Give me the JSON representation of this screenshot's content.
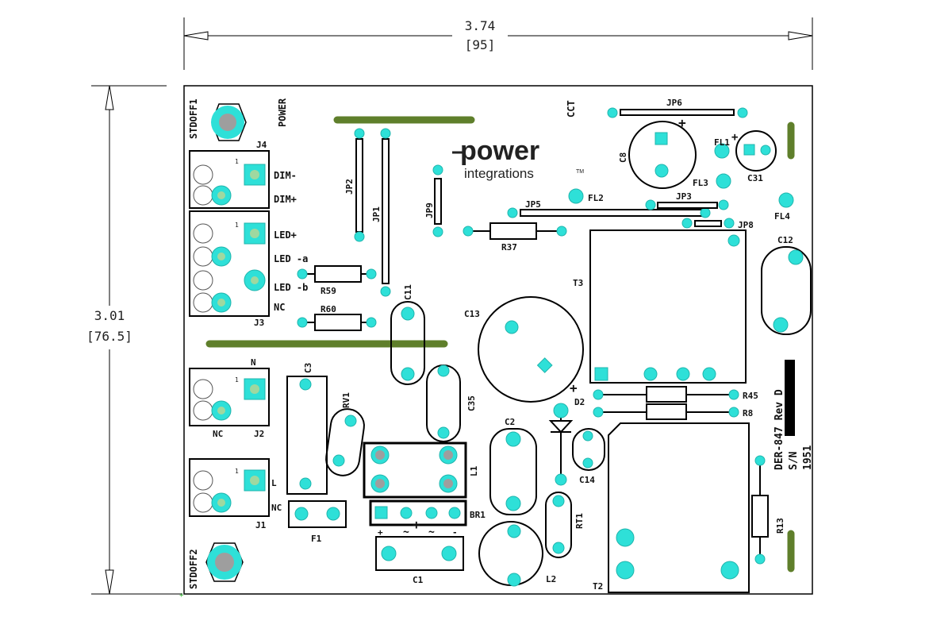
{
  "dimensions": {
    "width_in": "3.74",
    "width_mm": "[95]",
    "height_in": "3.01",
    "height_mm": "[76.5]"
  },
  "logo": {
    "line1": "power",
    "line2": "integrations",
    "tm": "TM"
  },
  "board_text": {
    "revision": "DER-847 Rev D",
    "serial_label": "S/N",
    "serial": "1951"
  },
  "labels": {
    "stdoff1": "STDOFF1",
    "stdoff2": "STDOFF2",
    "power": "POWER",
    "cct": "CCT",
    "j4": "J4",
    "dim_minus": "DIM-",
    "dim_plus": "DIM+",
    "led_plus": "LED+",
    "led_a": "LED -a",
    "led_b": "LED -b",
    "nc_j3": "NC",
    "j3": "J3",
    "n": "N",
    "nc_j2": "NC",
    "j2": "J2",
    "l": "L",
    "nc_j1": "NC",
    "j1": "J1",
    "jp1": "JP1",
    "jp2": "JP2",
    "jp9": "JP9",
    "jp5": "JP5",
    "jp6": "JP6",
    "jp3": "JP3",
    "jp8": "JP8",
    "r37": "R37",
    "r59": "R59",
    "r60": "R60",
    "c11": "C11",
    "c13": "C13",
    "c35": "C35",
    "c3": "C3",
    "rv1": "RV1",
    "l1": "L1",
    "c2": "C2",
    "br1": "BR1",
    "f1": "F1",
    "c1": "C1",
    "l2": "L2",
    "rt1": "RT1",
    "c14": "C14",
    "d2": "D2",
    "t3": "T3",
    "t2": "T2",
    "r45": "R45",
    "r8": "R8",
    "r13": "R13",
    "c8": "C8",
    "c31": "C31",
    "c12": "C12",
    "fl1": "FL1",
    "fl2": "FL2",
    "fl3": "FL3",
    "fl4": "FL4",
    "plus": "+",
    "br_plus": "+",
    "br_ac1": "~",
    "br_ac2": "~",
    "br_minus": "-",
    "pin1": "1"
  },
  "colors": {
    "pad": "#2ee0d8",
    "hole": "#b9c97a",
    "bar": "#5f7f2b",
    "drill": "#9e9e9e"
  }
}
